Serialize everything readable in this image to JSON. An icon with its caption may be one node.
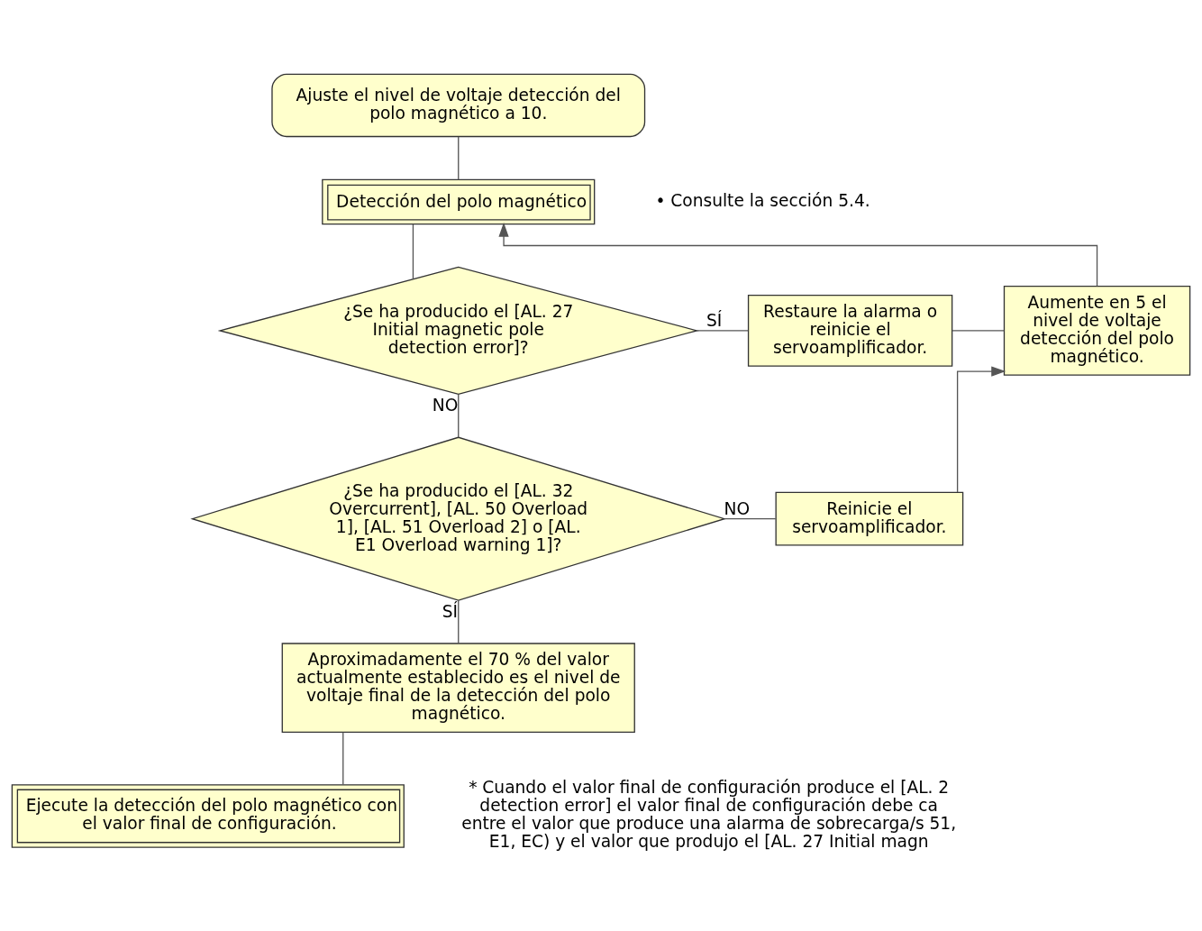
{
  "diagram": {
    "nodes": [
      {
        "text": [
          "Ajuste el nivel de voltaje detección del polo magnético a 10."
        ]
      },
      {
        "text": [
          "Detección del polo magnético"
        ],
        "beside": [
          "• Consulte la sección 5.4."
        ]
      },
      {
        "text": [
          "¿Se ha producido el [AL. 27 Initial magnetic pole detection error]?"
        ]
      },
      {
        "text": [
          "Restaure la alarma o reinicie el servoamplificador."
        ]
      },
      {
        "text": [
          "Aumente en 5 el nivel de voltaje detección del polo magnético."
        ]
      },
      {
        "text": [
          "¿Se ha producido el [AL. 32 Overcurrent], [AL. 50 Overload 1], [AL. 51 Overload 2] o [AL. E1 Overload warning 1]?"
        ]
      },
      {
        "text": [
          "Reinicie el servoamplificador."
        ]
      },
      {
        "text": [
          "Aproximadamente el 70 % del valor actualmente establecido es el nivel de voltaje final de la detección del polo magnético."
        ]
      },
      {
        "text": [
          "Ejecute la detección del polo magnético con el valor final de configuración."
        ]
      }
    ],
    "edges": [
      {
        "from": 0,
        "to": 1,
        "arrow": "none"
      },
      {
        "from": 4,
        "to": 1,
        "arrow": "to"
      },
      {
        "from": 1,
        "to": 2,
        "arrow": "none"
      },
      {
        "from": 2,
        "to": 3,
        "arrow": "none",
        "label": "SÍ"
      },
      {
        "from": 3,
        "to": 4,
        "arrow": "none"
      },
      {
        "from": 2,
        "to": 5,
        "arrow": "none",
        "label": "NO"
      },
      {
        "from": 5,
        "to": 6,
        "arrow": "none",
        "label": "NO"
      },
      {
        "from": 6,
        "to": 4,
        "arrow": "to"
      },
      {
        "from": 5,
        "to": 7,
        "arrow": "none",
        "label": "SÍ"
      },
      {
        "from": 7,
        "to": 8,
        "arrow": "none"
      }
    ],
    "labels": [
      "* Cuando el valor final de configuración produce el [AL. 2 detection error] el valor final de configuración debe ca entre el valor que produce una alarma de sobrecarga/s 51, E1, EC) y el valor que produjo el [AL. 27 Initial magn"
    ]
  }
}
